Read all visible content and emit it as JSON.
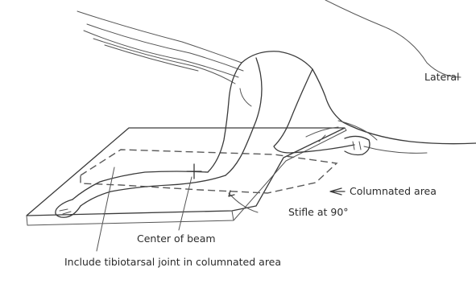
{
  "labels": {
    "view": "Lateral",
    "columnated_area": "Columnated area",
    "stifle": "Stifle at 90°",
    "center_of_beam": "Center of beam",
    "include_tibiotarsal": "Include tibiotarsal joint in columnated area"
  }
}
